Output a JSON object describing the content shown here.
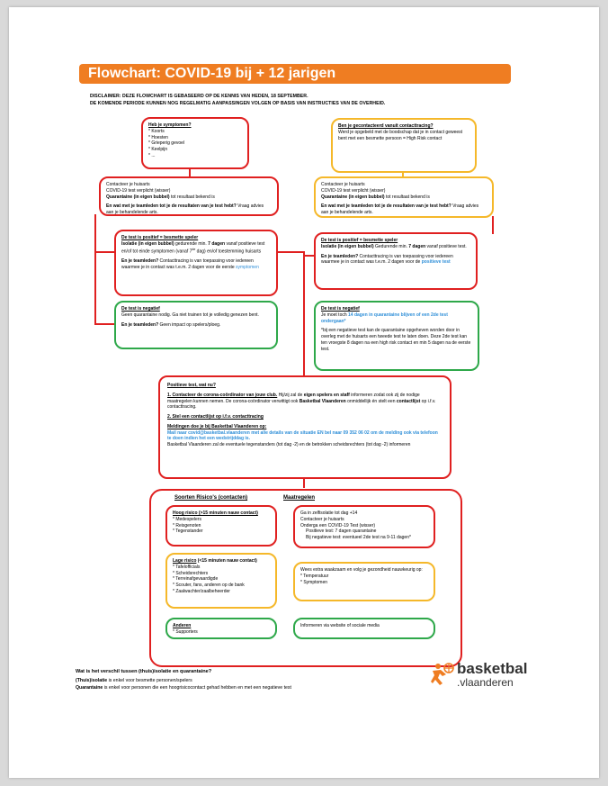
{
  "title": "Flowchart: COVID-19 bij + 12 jarigen",
  "disclaimer": {
    "line1": "DISCLAIMER:  DEZE FLOWCHART IS GEBASEERD OP DE KENNIS VAN HEDEN, 18 SEPTEMBER.",
    "line2": "DE KOMENDE PERIODE KUNNEN NOG REGELMATIG AANPASSINGEN VOLGEN  OP BASIS VAN INSTRUCTIES VAN DE OVERHEID."
  },
  "symptoms": {
    "title": "Heb je symptomen?",
    "items": [
      "* Koorts",
      "* Hoesten",
      "* Grieperig gevoel",
      "* Keelpijn",
      "* ..."
    ]
  },
  "contact": {
    "title": "Ben je gecontacteerd vanuit contacttracing?",
    "text": "Werd je opgebeld met de boodschap dat je in contact geweest bent met een besmette persoon = High Risk contact"
  },
  "left_huisarts": {
    "l1": "Contacteer je huisarts",
    "l2": "COVID-19 test verplicht (wisser)",
    "l3b": "Quarantaine (in eigen bubbel)",
    "l3": " tot resultaat bekend is",
    "qb": "En wat met je teamleden tot je de resultaten van je test hebt?",
    "q": " Vraag advies aan je behandelende arts."
  },
  "right_huisarts": {
    "l1": "Contacteer je huisarts",
    "l2": "COVID-19 test verplicht (wisser)",
    "l3b": "Quarantaine (in eigen bubbel)",
    "l3": " tot resultaat bekend is",
    "qb": "En wat met je teamleden tot je de resultaten van je test hebt?",
    "q": " Vraag advies aan je behandelende arts."
  },
  "left_positive": {
    "title": "De test is positief = besmette speler",
    "p1b": "Isolatie (in eigen bubbel)",
    "p1a": " gedurende min. ",
    "p1c": "7 dagen",
    "p1d": " vanaf positieve test en/of tot einde symptomen (vanaf 7",
    "sup": "de",
    "p1e": " dag) en/of toestemming huisarts",
    "p2b": "En je teamleden?",
    "p2": " Contacttracing is van toepassing voor iedereen waarmee je in contact was t.e.m. 2 dagen voor de eerste ",
    "p2c": "symptomen"
  },
  "right_positive": {
    "title": "De test is positief = besmette speler",
    "p1b": "Isolatie (in eigen bubbel)",
    "p1a": " Gedurende min. ",
    "p1c": "7 dagen",
    "p1d": " vanaf positieve test.",
    "p2b": "En je teamleden?",
    "p2": " Contacttracing is van toepassing voor iedereen waarmee je in contact was t.e.m. 2 dagen voor de ",
    "p2c": "positieve test"
  },
  "left_negative": {
    "title": "De test is negatief",
    "p1": "Geen quarantaine nodig. Ga niet trainen tot je volledig genezen bent.",
    "p2b": "En je teamleden?",
    "p2": " Geen impact op spelers/ploeg."
  },
  "right_negative": {
    "title": "De test is negatief",
    "p1a": "Je moet toch ",
    "p1b": "14 dagen in quarantaine blijven of een 2de test ondergaan*",
    "p2": "*bij een negatieve test kan de quarantaine opgeheven worden door in overleg met de huisarts een tweede test te laten doen. Deze 2de test kan ten vroegste 8 dagen na een high risk contact en min 5 dagen na de eerste test."
  },
  "positive_now": {
    "title": "Positieve test, wat nu?",
    "s1t": "1. Contacteer de corona-coördinator van jouw club.",
    "s1a": " Hij/zij zal de ",
    "s1b": "eigen spelers en staff",
    "s1c": " informeren zodat ook zij de nodige maatregelen kunnen nemen. De corona-coördinator verwittigt ook ",
    "s1d": "Basketbal Vlaanderen",
    "s1e": " onmiddellijk én stelt een ",
    "s1f": "contactlijst",
    "s1g": " op i.f.v. contacttracing.",
    "s2t": "2. Stel een contactlijst op i.f.v. contacttracing",
    "s3t": "Meldingen doe je bij Basketbal Vlaanderen op:",
    "s3": "Mail naar covid@basketbal.vlaanderen met alle details van de situatie EN bel naar 09 352 06 02 om de melding ook via telefoon te doen indien het een wedstrijddag is.",
    "s4": "Basketbal Vlaanderen zal de eventuele tegenstanders (tot dag -2) en de betrokken scheidsrechters (tot dag -2) informeren"
  },
  "risks": {
    "header_left": "Soorten Risico's (contacten)",
    "header_right": "Maatregelen",
    "high": {
      "title": "Hoog risico (>15 minuten nauw contact)",
      "items": [
        "* Medespelers",
        "* Reisgenoten",
        "* Tegenstander"
      ]
    },
    "high_measures": [
      "Ga in zelfisolatie tot dag +14",
      "Contacteer je huisarts",
      "Onderga een COVID-19 Test (wisser)",
      "   Positieve test: 7 dagen quarantaine",
      "   Bij negatieve test: eventueel 2de test na 9-11 dagen*"
    ],
    "low": {
      "title": "Lage risico",
      "title_rest": " (<15 minuten nauw contact)",
      "items": [
        "* Tafelofficials",
        "* Scheidsrechters",
        "* Terreinafgevaardigde",
        "* Scouter, fans, anderen op de bank",
        "* Zaalwachter/zaalbeheerder"
      ]
    },
    "low_measures": [
      "Wees extra waakzaam en volg je gezondheid nauwkeurig op:",
      "* Temperatuur",
      "* Symptomen"
    ],
    "other": {
      "title": "Anderen",
      "items": [
        "* Supporters"
      ]
    },
    "other_measures": "Informeren via website of  sociale media"
  },
  "footer": {
    "question": "Wat is het verschil tussen (thuis)isolatie en quarantaine?",
    "iso_b": "(Thuis)isolatie",
    "iso": " is enkel voor besmette personen/spelers",
    "qua_b": "Quarantaine",
    "qua": " is enkel voor personen die een hoogrisicocontact gehad hebben en met een negatieve test"
  },
  "logo": {
    "word1": "basketbal",
    "word2": ".vlaanderen",
    "color": "#ef7d22"
  },
  "colors": {
    "banner": "#ef7d22",
    "red": "#e02020",
    "orange": "#f5b82a",
    "green": "#2ea84a",
    "blue": "#2f8fd8"
  }
}
